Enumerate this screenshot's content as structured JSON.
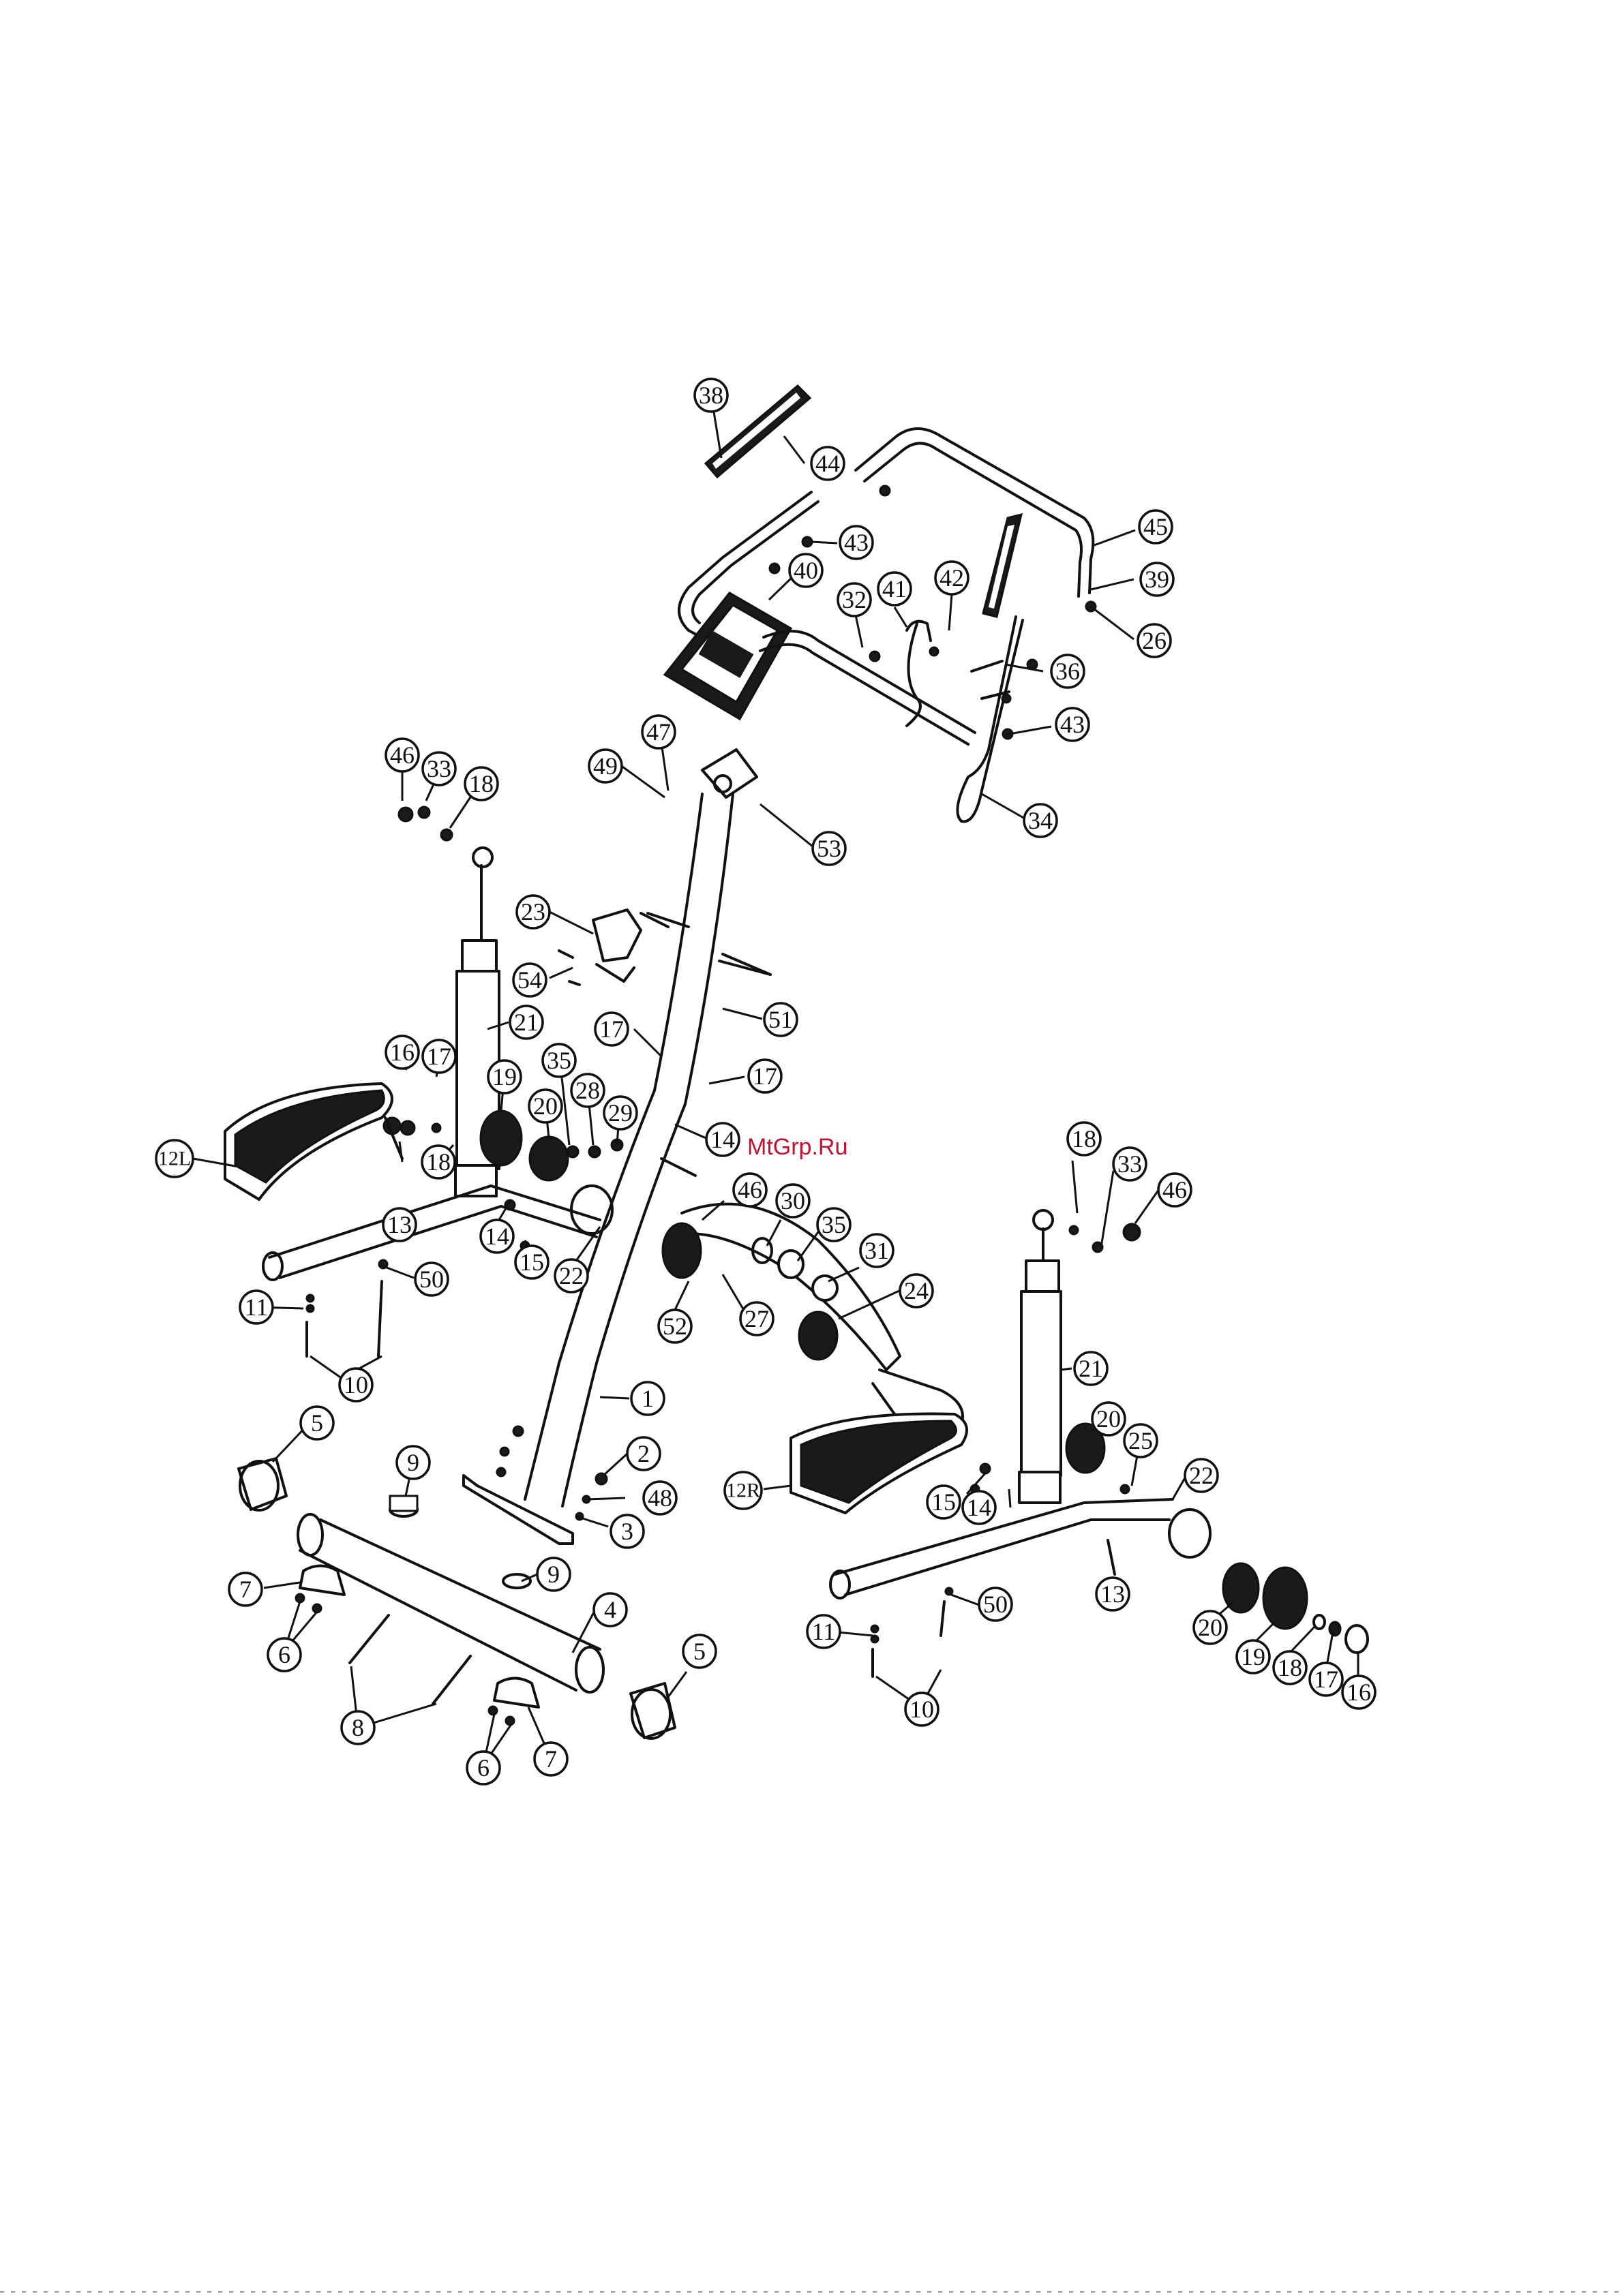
{
  "diagram": {
    "title": "",
    "watermark": "MtGrp.Ru",
    "parts": [
      {
        "id": "p38",
        "label": "38"
      },
      {
        "id": "p44",
        "label": "44"
      },
      {
        "id": "p45",
        "label": "45"
      },
      {
        "id": "p43a",
        "label": "43"
      },
      {
        "id": "p40",
        "label": "40"
      },
      {
        "id": "p32",
        "label": "32"
      },
      {
        "id": "p41",
        "label": "41"
      },
      {
        "id": "p42",
        "label": "42"
      },
      {
        "id": "p39",
        "label": "39"
      },
      {
        "id": "p26",
        "label": "26"
      },
      {
        "id": "p36",
        "label": "36"
      },
      {
        "id": "p43b",
        "label": "43"
      },
      {
        "id": "p34",
        "label": "34"
      },
      {
        "id": "p46a",
        "label": "46"
      },
      {
        "id": "p33a",
        "label": "33"
      },
      {
        "id": "p18a",
        "label": "18"
      },
      {
        "id": "p47",
        "label": "47"
      },
      {
        "id": "p49",
        "label": "49"
      },
      {
        "id": "p53",
        "label": "53"
      },
      {
        "id": "p23",
        "label": "23"
      },
      {
        "id": "p54",
        "label": "54"
      },
      {
        "id": "p21a",
        "label": "21"
      },
      {
        "id": "p51",
        "label": "51"
      },
      {
        "id": "p17a",
        "label": "17"
      },
      {
        "id": "p17b",
        "label": "17"
      },
      {
        "id": "p16a",
        "label": "16"
      },
      {
        "id": "p17c",
        "label": "17"
      },
      {
        "id": "p35a",
        "label": "35"
      },
      {
        "id": "p19a",
        "label": "19"
      },
      {
        "id": "p20a",
        "label": "20"
      },
      {
        "id": "p28",
        "label": "28"
      },
      {
        "id": "p29",
        "label": "29"
      },
      {
        "id": "p14a",
        "label": "14"
      },
      {
        "id": "p12l",
        "label": "12L"
      },
      {
        "id": "p13a",
        "label": "13"
      },
      {
        "id": "p18b",
        "label": "18"
      },
      {
        "id": "p46b",
        "label": "46"
      },
      {
        "id": "p30",
        "label": "30"
      },
      {
        "id": "p35b",
        "label": "35"
      },
      {
        "id": "p14b",
        "label": "14"
      },
      {
        "id": "p15a",
        "label": "15"
      },
      {
        "id": "p22a",
        "label": "22"
      },
      {
        "id": "p31",
        "label": "31"
      },
      {
        "id": "p18c",
        "label": "18"
      },
      {
        "id": "p33b",
        "label": "33"
      },
      {
        "id": "p46c",
        "label": "46"
      },
      {
        "id": "p50a",
        "label": "50"
      },
      {
        "id": "p11a",
        "label": "11"
      },
      {
        "id": "p52",
        "label": "52"
      },
      {
        "id": "p27",
        "label": "27"
      },
      {
        "id": "p24",
        "label": "24"
      },
      {
        "id": "p10a",
        "label": "10"
      },
      {
        "id": "p1",
        "label": "1"
      },
      {
        "id": "p21b",
        "label": "21"
      },
      {
        "id": "p5a",
        "label": "5"
      },
      {
        "id": "p20b",
        "label": "20"
      },
      {
        "id": "p25",
        "label": "25"
      },
      {
        "id": "p9a",
        "label": "9"
      },
      {
        "id": "p2",
        "label": "2"
      },
      {
        "id": "p22b",
        "label": "22"
      },
      {
        "id": "p48",
        "label": "48"
      },
      {
        "id": "p12r",
        "label": "12R"
      },
      {
        "id": "p15b",
        "label": "15"
      },
      {
        "id": "p14c",
        "label": "14"
      },
      {
        "id": "p3",
        "label": "3"
      },
      {
        "id": "p9b",
        "label": "9"
      },
      {
        "id": "p7a",
        "label": "7"
      },
      {
        "id": "p13b",
        "label": "13"
      },
      {
        "id": "p50b",
        "label": "50"
      },
      {
        "id": "p4",
        "label": "4"
      },
      {
        "id": "p6a",
        "label": "6"
      },
      {
        "id": "p11b",
        "label": "11"
      },
      {
        "id": "p20c",
        "label": "20"
      },
      {
        "id": "p5b",
        "label": "5"
      },
      {
        "id": "p19b",
        "label": "19"
      },
      {
        "id": "p18d",
        "label": "18"
      },
      {
        "id": "p17d",
        "label": "17"
      },
      {
        "id": "p16b",
        "label": "16"
      },
      {
        "id": "p10b",
        "label": "10"
      },
      {
        "id": "p8",
        "label": "8"
      },
      {
        "id": "p6b",
        "label": "6"
      },
      {
        "id": "p7b",
        "label": "7"
      }
    ]
  }
}
